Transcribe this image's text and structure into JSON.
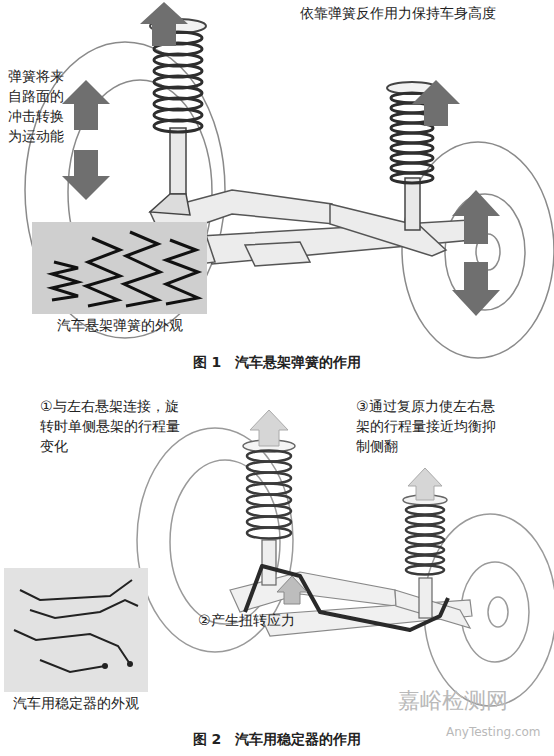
{
  "diagram": {
    "nodes": [
      {
        "text": [
          "汽车悬架弹簧的外观"
        ]
      },
      {
        "text": [
          "汽车用稳定器的外观"
        ]
      }
    ],
    "labels": [
      "依靠弹簧反作用力保持车身高度",
      "弹簧将来自路面的冲击转换为运动能",
      "图 1　汽车悬架弹簧的作用",
      "①与左右悬架连接，旋转时单侧悬架的行程量变化",
      "③通过复原力使左右悬架的行程量接近均衡抑制侧翻",
      "②产生扭转应力",
      "图 2　汽车用稳定器的作用",
      "嘉峪检测网",
      "AnyTesting.com"
    ]
  }
}
